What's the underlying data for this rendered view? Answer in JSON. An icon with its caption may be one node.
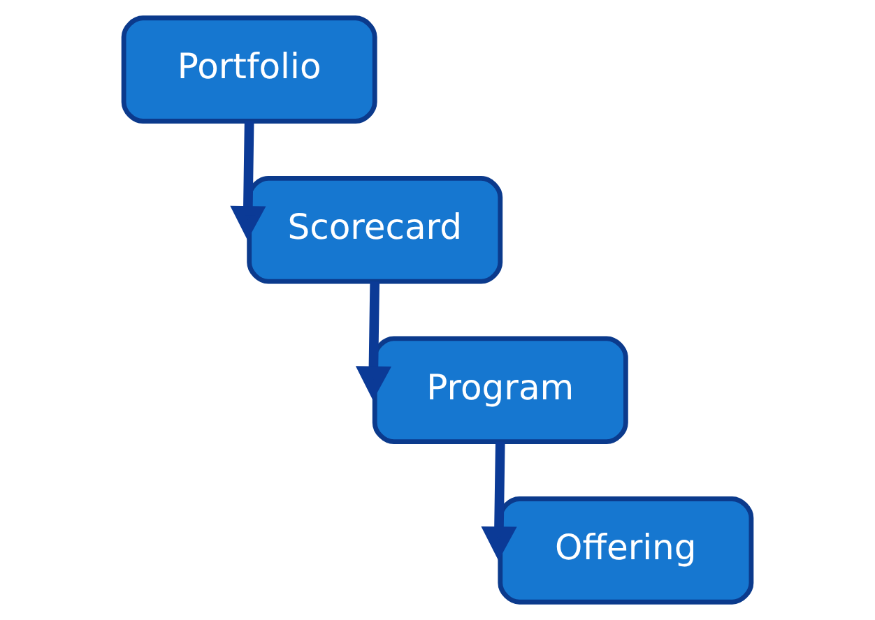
{
  "diagram": {
    "nodes": [
      {
        "text": [
          "Portfolio"
        ]
      },
      {
        "text": [
          "Scorecard"
        ]
      },
      {
        "text": [
          "Program"
        ]
      },
      {
        "text": [
          "Offering"
        ]
      }
    ],
    "edges": [
      {
        "from": 0,
        "to": 1,
        "arrow": "to"
      },
      {
        "from": 1,
        "to": 2,
        "arrow": "to"
      },
      {
        "from": 2,
        "to": 3,
        "arrow": "to"
      }
    ]
  }
}
